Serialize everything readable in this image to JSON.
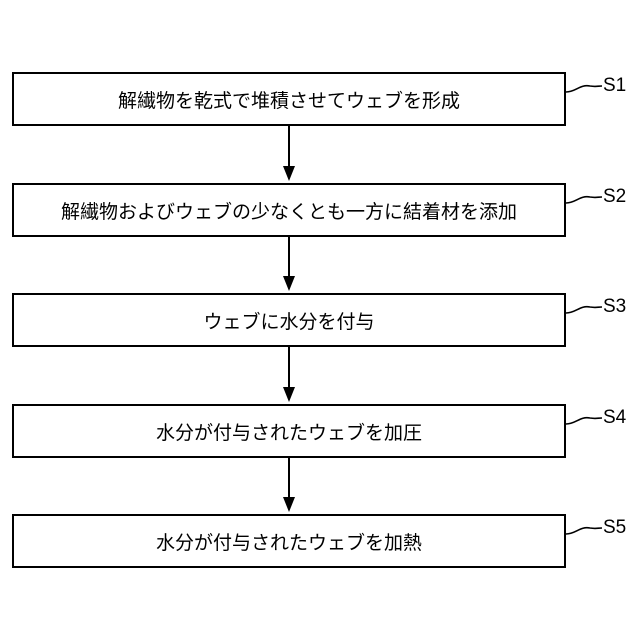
{
  "flowchart": {
    "steps": [
      {
        "id": "S1",
        "text": "解繊物を乾式で堆積させてウェブを形成"
      },
      {
        "id": "S2",
        "text": "解繊物およびウェブの少なくとも一方に結着材を添加"
      },
      {
        "id": "S3",
        "text": "ウェブに水分を付与"
      },
      {
        "id": "S4",
        "text": "水分が付与されたウェブを加圧"
      },
      {
        "id": "S5",
        "text": "水分が付与されたウェブを加熱"
      }
    ]
  }
}
